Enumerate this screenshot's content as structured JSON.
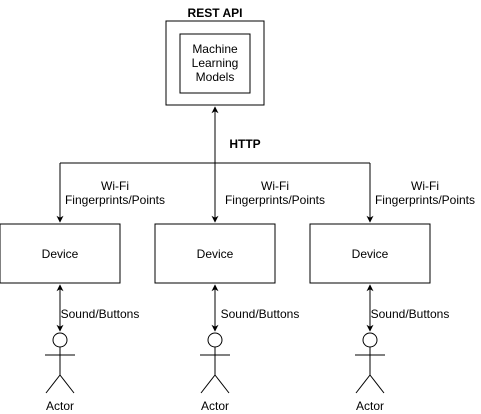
{
  "server": {
    "title": "REST API",
    "inner_lines": [
      "Machine",
      "Learning",
      "Models"
    ]
  },
  "connection_label": "HTTP",
  "devices": [
    {
      "label": "Device",
      "upper_edge_lines": [
        "Wi-Fi",
        "Fingerprints/Points"
      ],
      "lower_edge_label": "Sound/Buttons",
      "actor_label": "Actor"
    },
    {
      "label": "Device",
      "upper_edge_lines": [
        "Wi-Fi",
        "Fingerprints/Points"
      ],
      "lower_edge_label": "Sound/Buttons",
      "actor_label": "Actor"
    },
    {
      "label": "Device",
      "upper_edge_lines": [
        "Wi-Fi",
        "Fingerprints/Points"
      ],
      "lower_edge_label": "Sound/Buttons",
      "actor_label": "Actor"
    }
  ]
}
